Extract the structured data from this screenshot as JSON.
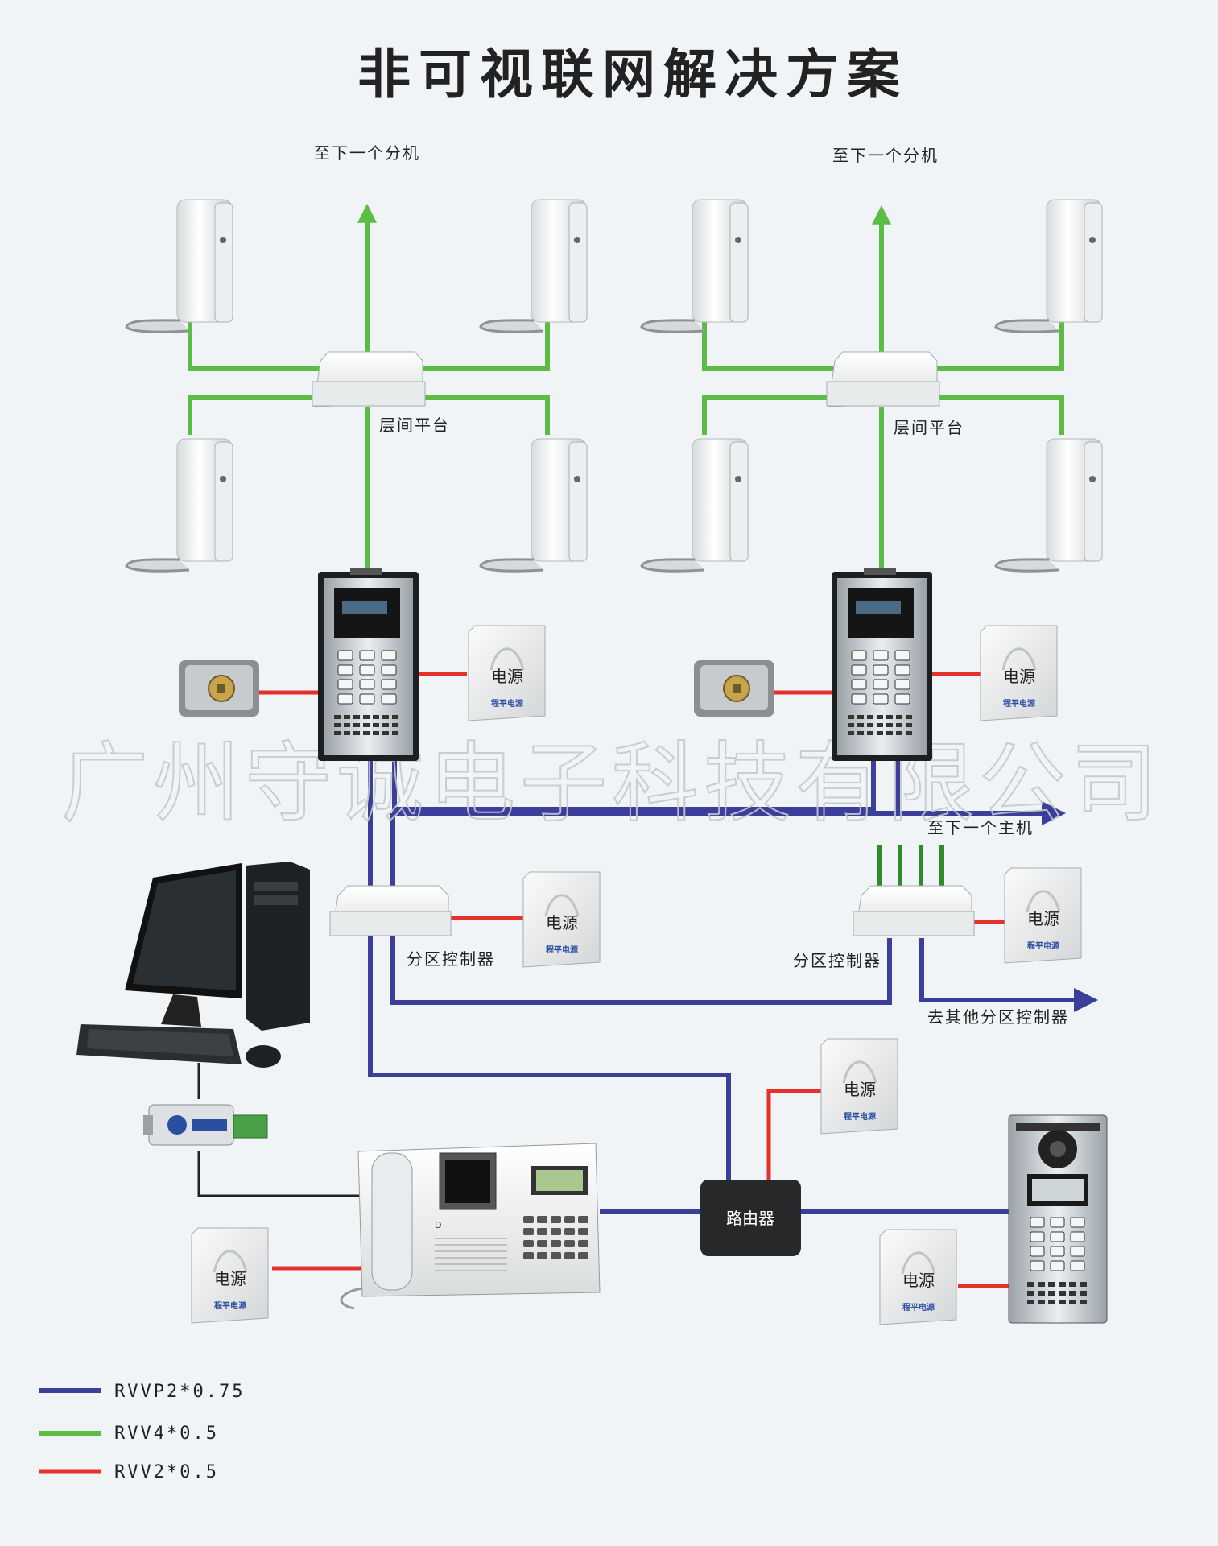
{
  "title": "非可视联网解决方案",
  "watermark": "广州守诚电子科技有限公司",
  "labels": {
    "to_next_extension_left": "至下一个分机",
    "to_next_extension_right": "至下一个分机",
    "floor_platform_left": "层间平台",
    "floor_platform_right": "层间平台",
    "to_next_host": "至下一个主机",
    "zone_controller_left": "分区控制器",
    "zone_controller_right": "分区控制器",
    "to_other_zone_controllers": "去其他分区控制器",
    "router": "路由器"
  },
  "power_supply": {
    "label": "电源",
    "brand_text": "程平电源"
  },
  "legend": [
    {
      "color": "#3b3f9a",
      "text": "RVVP2*0.75"
    },
    {
      "color": "#5bbd45",
      "text": "RVV4*0.5"
    },
    {
      "color": "#e8302b",
      "text": "RVV2*0.5"
    }
  ],
  "colors": {
    "blue": "#3b3f9a",
    "green": "#5bbd45",
    "red": "#e8302b",
    "black": "#222222"
  }
}
